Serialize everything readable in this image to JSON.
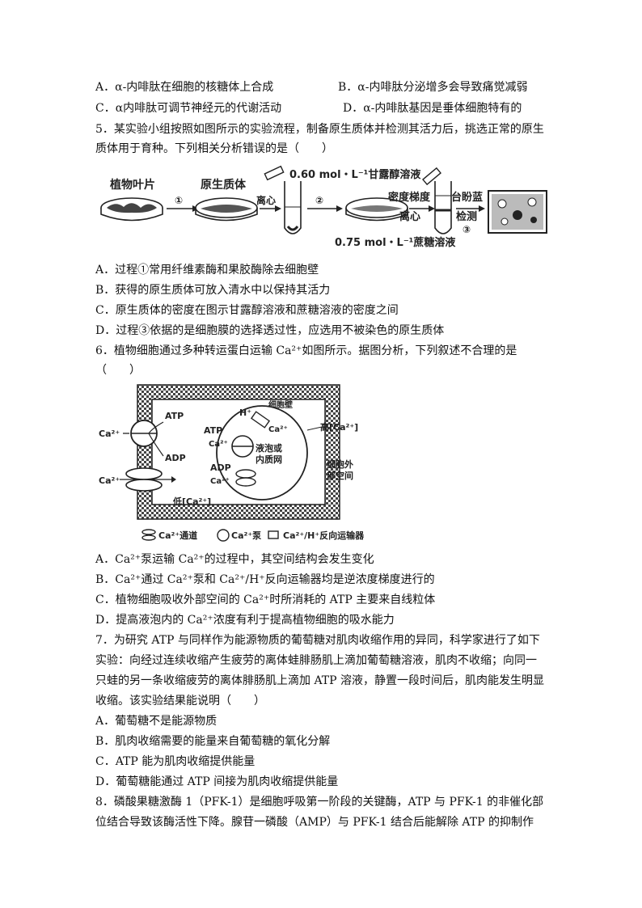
{
  "q4": {
    "A": "A．α-内啡肽在细胞的核糖体上合成",
    "B": "B．α-内啡肽分泌增多会导致痛觉减弱",
    "C": "C．α内啡肽可调节神经元的代谢活动",
    "D": "D．α-内啡肽基因是垂体细胞特有的"
  },
  "q5": {
    "stem1": "5．某实验小组按照如图所示的实验流程，制备原生质体并检测其活力后，挑选正常的原生",
    "stem2": "质体用于育种。下列相关分析错误的是（　　）",
    "fig": {
      "leaf": "植物叶片",
      "step1": "①",
      "protoplast": "原生质体",
      "centrifuge1": "离心",
      "step2": "②",
      "mannitol": "0.60 mol・L⁻¹甘露醇溶液",
      "density": "密度梯度",
      "centrifuge2": "离心",
      "sucrose": "0.75 mol・L⁻¹蔗糖溶液",
      "stain1": "台盼蓝",
      "stain2": "检测",
      "step3": "③"
    },
    "A": "A．过程①常用纤维素酶和果胶酶除去细胞壁",
    "B": "B．获得的原生质体可放入清水中以保持其活力",
    "C": "C．原生质体的密度在图示甘露醇溶液和蔗糖溶液的密度之间",
    "D": "D．过程③依据的是细胞膜的选择透过性，应选用不被染色的原生质体"
  },
  "q6": {
    "stem1": "6．植物细胞通过多种转运蛋白运输 Ca²⁺如图所示。据图分析，下列叙述不合理的是",
    "stem2": "（　　）",
    "fig": {
      "cellwall": "细胞壁",
      "highCa": "高[Ca²⁺]",
      "lowCa": "低[Ca²⁺]",
      "outside1": "细胞外",
      "outside2": "部空间",
      "vacuole1": "液泡或",
      "vacuole2": "内质网",
      "atp": "ATP",
      "adp": "ADP",
      "ca": "Ca²⁺",
      "h": "H⁺",
      "legend_channel": "Ca²⁺通道",
      "legend_pump": "Ca²⁺泵",
      "legend_antiporter": "Ca²⁺/H⁺反向运输器"
    },
    "A": "A．Ca²⁺泵运输 Ca²⁺的过程中，其空间结构会发生变化",
    "B": "B．Ca²⁺通过 Ca²⁺泵和 Ca²⁺/H⁺反向运输器均是逆浓度梯度进行的",
    "C": "C．植物细胞吸收外部空间的 Ca²⁺时所消耗的 ATP 主要来自线粒体",
    "D": "D．提高液泡内的 Ca²⁺浓度有利于提高植物细胞的吸水能力"
  },
  "q7": {
    "stem1": "7．为研究 ATP 与同样作为能源物质的葡萄糖对肌肉收缩作用的异同，科学家进行了如下",
    "stem2": "实验：向经过连续收缩产生疲劳的离体蛙腓肠肌上滴加葡萄糖溶液，肌肉不收缩；向同一",
    "stem3": "只蛙的另一条收缩疲劳的离体腓肠肌上滴加 ATP 溶液，静置一段时间后，肌肉能发生明显",
    "stem4": "收缩。该实验结果能说明（　　）",
    "A": "A．葡萄糖不是能源物质",
    "B": "B．肌肉收缩需要的能量来自葡萄糖的氧化分解",
    "C": "C．ATP 能为肌肉收缩提供能量",
    "D": "D．葡萄糖能通过 ATP 间接为肌肉收缩提供能量"
  },
  "q8": {
    "stem1": "8．磷酸果糖激酶 1（PFK-1）是细胞呼吸第一阶段的关键酶，ATP 与 PFK-1 的非催化部",
    "stem2": "位结合导致该酶活性下降。腺苷一磷酸（AMP）与 PFK-1 结合后能解除 ATP 的抑制作"
  }
}
